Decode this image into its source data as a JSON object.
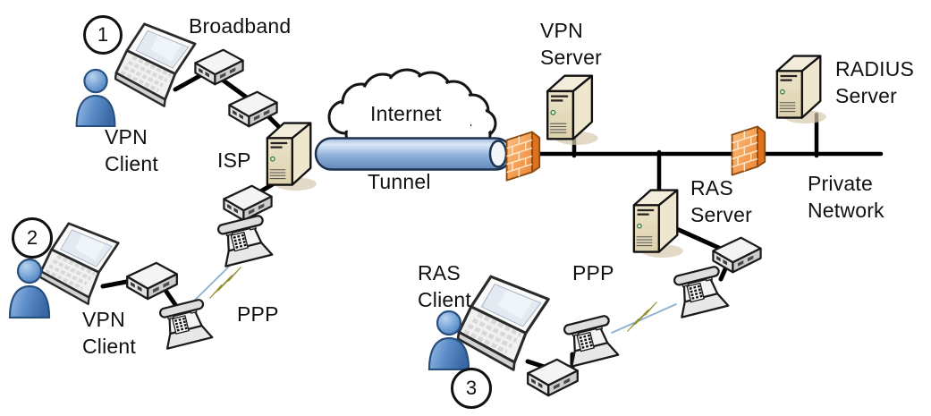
{
  "diagram": {
    "description": "VPN and RAS remote access network diagram",
    "labels": {
      "broadband": "Broadband",
      "vpn_client_1": "VPN\nClient",
      "isp": "ISP",
      "internet": "Internet",
      "tunnel": "Tunnel",
      "vpn_server": "VPN\nServer",
      "radius_server": "RADIUS\nServer",
      "private_network": "Private\nNetwork",
      "ras_server": "RAS\nServer",
      "vpn_client_2": "VPN\nClient",
      "ppp_dialup_1": "PPP",
      "ras_client": "RAS\nClient",
      "ppp_dialup_2": "PPP"
    },
    "badges": [
      {
        "number": "1"
      },
      {
        "number": "2"
      },
      {
        "number": "3"
      }
    ],
    "colors": {
      "background": "#ffffff",
      "line_black": "#000000",
      "person_blue": "#5d8ec9",
      "server_beige": "#e4dabc",
      "firewall_orange": "#ee8330",
      "tunnel_blue": "#8fb0d9",
      "lightning_yellow": "#f3f01c",
      "dialup_link_blue": "#8fb0cf"
    },
    "icons": [
      "user-icon",
      "laptop-icon",
      "modem-icon",
      "phone-icon",
      "server-icon",
      "firewall-icon",
      "lightning-icon",
      "internet-cloud-icon",
      "vpn-tunnel-icon"
    ]
  }
}
